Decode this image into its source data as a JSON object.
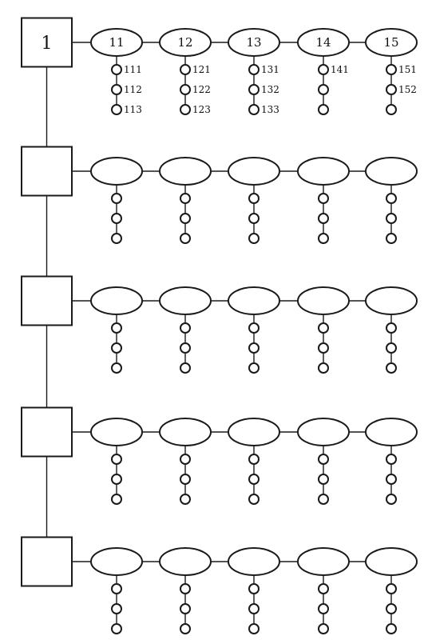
{
  "diagram": {
    "rows": [
      {
        "root_label": "1",
        "groups": [
          {
            "label": "11",
            "children": [
              "111",
              "112",
              "113"
            ]
          },
          {
            "label": "12",
            "children": [
              "121",
              "122",
              "123"
            ]
          },
          {
            "label": "13",
            "children": [
              "131",
              "132",
              "133"
            ]
          },
          {
            "label": "14",
            "children": [
              "141",
              "",
              ""
            ]
          },
          {
            "label": "15",
            "children": [
              "151",
              "152",
              ""
            ]
          }
        ]
      },
      {
        "root_label": "",
        "groups": [
          {
            "label": "",
            "children": [
              "",
              "",
              ""
            ]
          },
          {
            "label": "",
            "children": [
              "",
              "",
              ""
            ]
          },
          {
            "label": "",
            "children": [
              "",
              "",
              ""
            ]
          },
          {
            "label": "",
            "children": [
              "",
              "",
              ""
            ]
          },
          {
            "label": "",
            "children": [
              "",
              "",
              ""
            ]
          }
        ]
      },
      {
        "root_label": "",
        "groups": [
          {
            "label": "",
            "children": [
              "",
              "",
              ""
            ]
          },
          {
            "label": "",
            "children": [
              "",
              "",
              ""
            ]
          },
          {
            "label": "",
            "children": [
              "",
              "",
              ""
            ]
          },
          {
            "label": "",
            "children": [
              "",
              "",
              ""
            ]
          },
          {
            "label": "",
            "children": [
              "",
              "",
              ""
            ]
          }
        ]
      },
      {
        "root_label": "",
        "groups": [
          {
            "label": "",
            "children": [
              "",
              "",
              ""
            ]
          },
          {
            "label": "",
            "children": [
              "",
              "",
              ""
            ]
          },
          {
            "label": "",
            "children": [
              "",
              "",
              ""
            ]
          },
          {
            "label": "",
            "children": [
              "",
              "",
              ""
            ]
          },
          {
            "label": "",
            "children": [
              "",
              "",
              ""
            ]
          }
        ]
      },
      {
        "root_label": "",
        "groups": [
          {
            "label": "",
            "children": [
              "",
              "",
              ""
            ]
          },
          {
            "label": "",
            "children": [
              "",
              "",
              ""
            ]
          },
          {
            "label": "",
            "children": [
              "",
              "",
              ""
            ]
          },
          {
            "label": "",
            "children": [
              "",
              "",
              ""
            ]
          },
          {
            "label": "",
            "children": [
              "",
              "",
              ""
            ]
          }
        ]
      }
    ]
  }
}
